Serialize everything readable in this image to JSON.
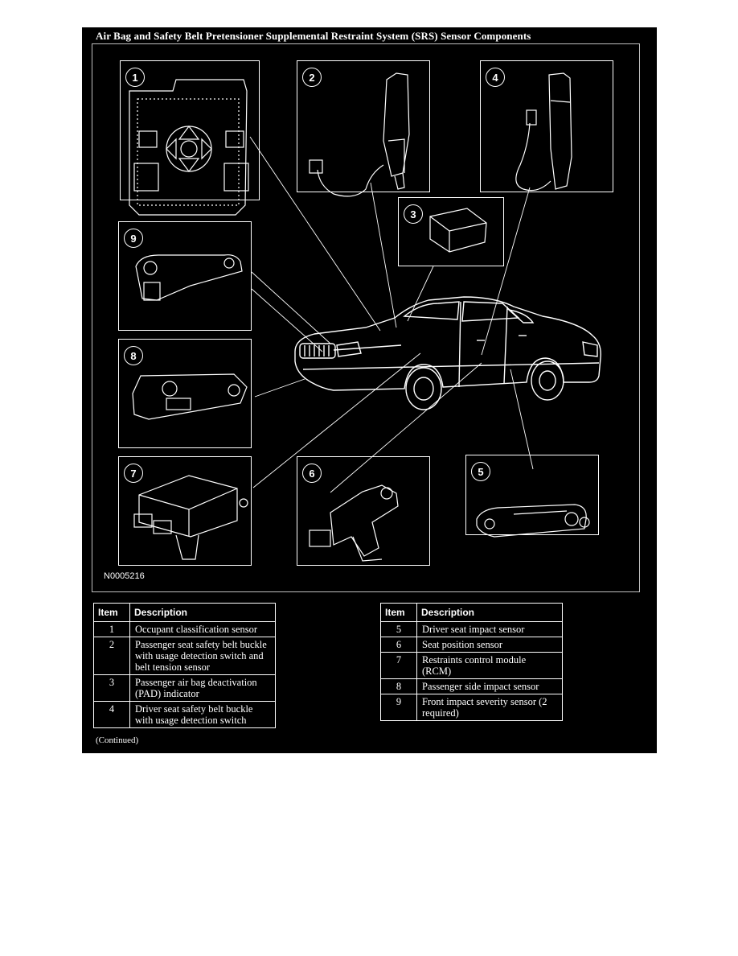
{
  "title": "Air Bag and Safety Belt Pretensioner Supplemental Restraint System (SRS) Sensor Components",
  "figure": {
    "code": "N0005216",
    "callouts": [
      "1",
      "2",
      "3",
      "4",
      "5",
      "6",
      "7",
      "8",
      "9"
    ]
  },
  "table_headers": {
    "item": "Item",
    "description": "Description"
  },
  "items_left": [
    {
      "item": "1",
      "description": "Occupant classification sensor"
    },
    {
      "item": "2",
      "description": "Passenger seat safety belt buckle with usage detection switch and belt tension sensor"
    },
    {
      "item": "3",
      "description": "Passenger air bag deactivation (PAD) indicator"
    },
    {
      "item": "4",
      "description": "Driver seat safety belt buckle with usage detection switch"
    }
  ],
  "items_right": [
    {
      "item": "5",
      "description": "Driver seat impact sensor"
    },
    {
      "item": "6",
      "description": "Seat position sensor"
    },
    {
      "item": "7",
      "description": "Restraints control module (RCM)"
    },
    {
      "item": "8",
      "description": "Passenger side impact sensor"
    },
    {
      "item": "9",
      "description": "Front impact severity sensor (2 required)"
    }
  ],
  "footer_note": "(Continued)",
  "colors": {
    "background": "#000000",
    "linework": "#ffffff",
    "page": "#ffffff"
  }
}
